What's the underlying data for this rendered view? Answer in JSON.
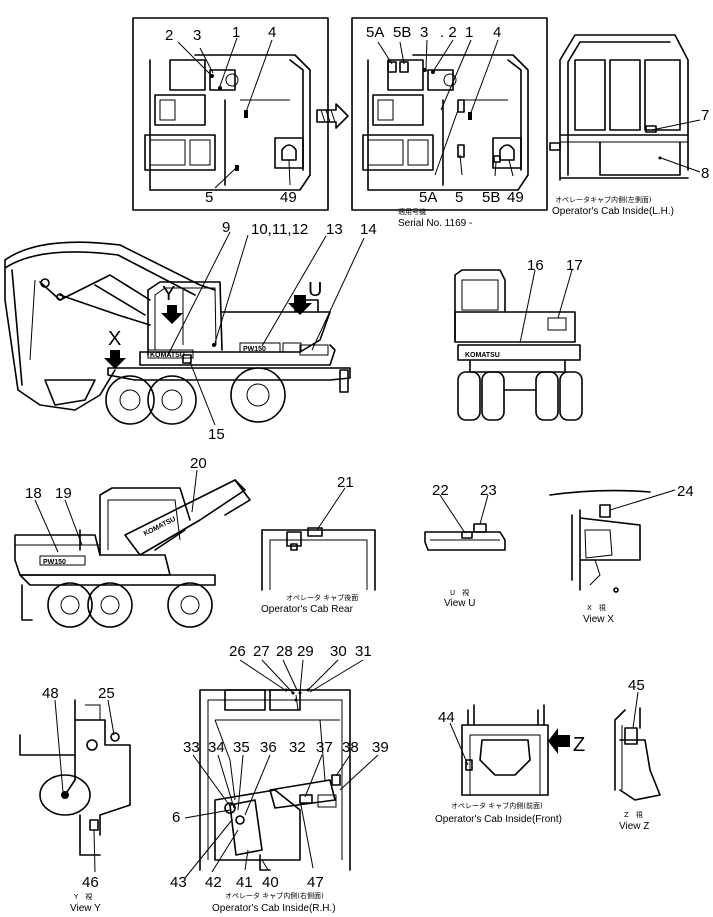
{
  "callouts": {
    "n1": "1",
    "n2": "2",
    "n3": "3",
    "n4": "4",
    "n5": "5",
    "n49": "49",
    "b5A": "5A",
    "b5B": "5B",
    "b3": "3",
    "b2": ". 2",
    "b1": "1",
    "b4": "4",
    "b5A_lo": "5A",
    "b5_lo": "5",
    "b5B_lo": "5B",
    "b49": "49",
    "n7": "7",
    "n8": "8",
    "n9": "9",
    "n10": "10,11,12",
    "n13": "13",
    "n14": "14",
    "n15": "15",
    "n16": "16",
    "n17": "17",
    "n18": "18",
    "n19": "19",
    "n20": "20",
    "n21": "21",
    "n22": "22",
    "n23": "23",
    "n24": "24",
    "n25": "25",
    "n48": "48",
    "n46": "46",
    "n26": "26",
    "n27": "27",
    "n28": "28",
    "n29": "29",
    "n30": "30",
    "n31": "31",
    "n33": "33",
    "n34": "34",
    "n35": "35",
    "n36": "36",
    "n32": "32",
    "n37": "37",
    "n38": "38",
    "n39": "39",
    "n6": "6",
    "n43": "43",
    "n42": "42",
    "n41": "41",
    "n40": "40",
    "n47": "47",
    "n44": "44",
    "n45": "45"
  },
  "arrows": {
    "Y": "Y",
    "X": "X",
    "U": "U",
    "Z": "Z"
  },
  "brands": {
    "komatsu": "KOMATSU",
    "model": "PW150"
  },
  "captions": {
    "serial_jp": "適用号機",
    "serial": "Serial No. 1169 -",
    "cab_lh_jp": "オペレータキャブ内側(左側面)",
    "cab_lh": "Operator's Cab Inside(L.H.)",
    "cab_rear_jp": "オペレータ キャブ後面",
    "cab_rear": "Operator's Cab Rear",
    "view_u_jp": "U　視",
    "view_u": "View  U",
    "view_x_jp": "X　視",
    "view_x": "View  X",
    "view_y_jp": "Y　視",
    "view_y": "View  Y",
    "cab_rh_jp": "オペレータ キャブ内側(右側面)",
    "cab_rh": "Operator's Cab Inside(R.H.)",
    "cab_front_jp": "オペレータ キャブ内側(前面)",
    "cab_front": "Operator's Cab Inside(Front)",
    "view_z_jp": "Z　視",
    "view_z": "View  Z"
  }
}
